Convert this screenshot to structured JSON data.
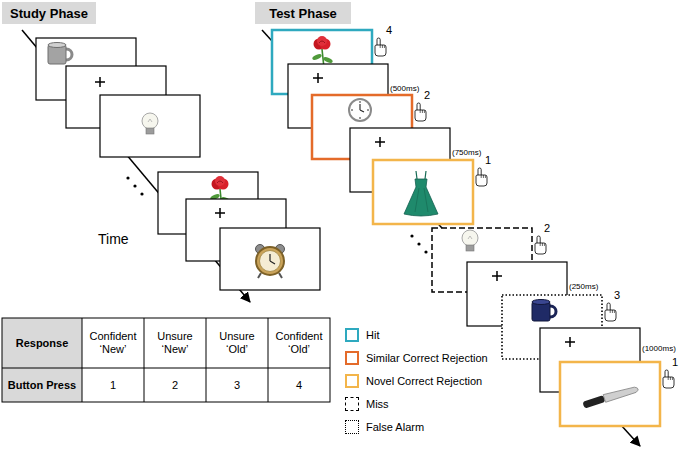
{
  "diagram": {
    "nodes": [
      {
        "text": [
          "Study Phase"
        ]
      },
      {
        "text": [
          "Test Phase"
        ]
      }
    ],
    "labels": [
      "Time",
      "Response",
      "Confident ‘New’",
      "Unsure ‘New’",
      "Unsure ‘Old’",
      "Confident ‘Old’",
      "Button Press",
      "1",
      "2",
      "3",
      "4",
      "4",
      "(500ms)",
      "2",
      "(750ms)",
      "1",
      "2",
      "(250ms)",
      "3",
      "(1000ms)",
      "1"
    ],
    "legend": [
      {
        "text": "Hit",
        "color": "#2ea9bf"
      },
      {
        "text": "Similar Correct Rejection",
        "color": "#e46b2a"
      },
      {
        "text": "Novel Correct Rejection",
        "color": "#f3b54a"
      },
      {
        "text": "Miss"
      },
      {
        "text": "False Alarm"
      }
    ]
  }
}
